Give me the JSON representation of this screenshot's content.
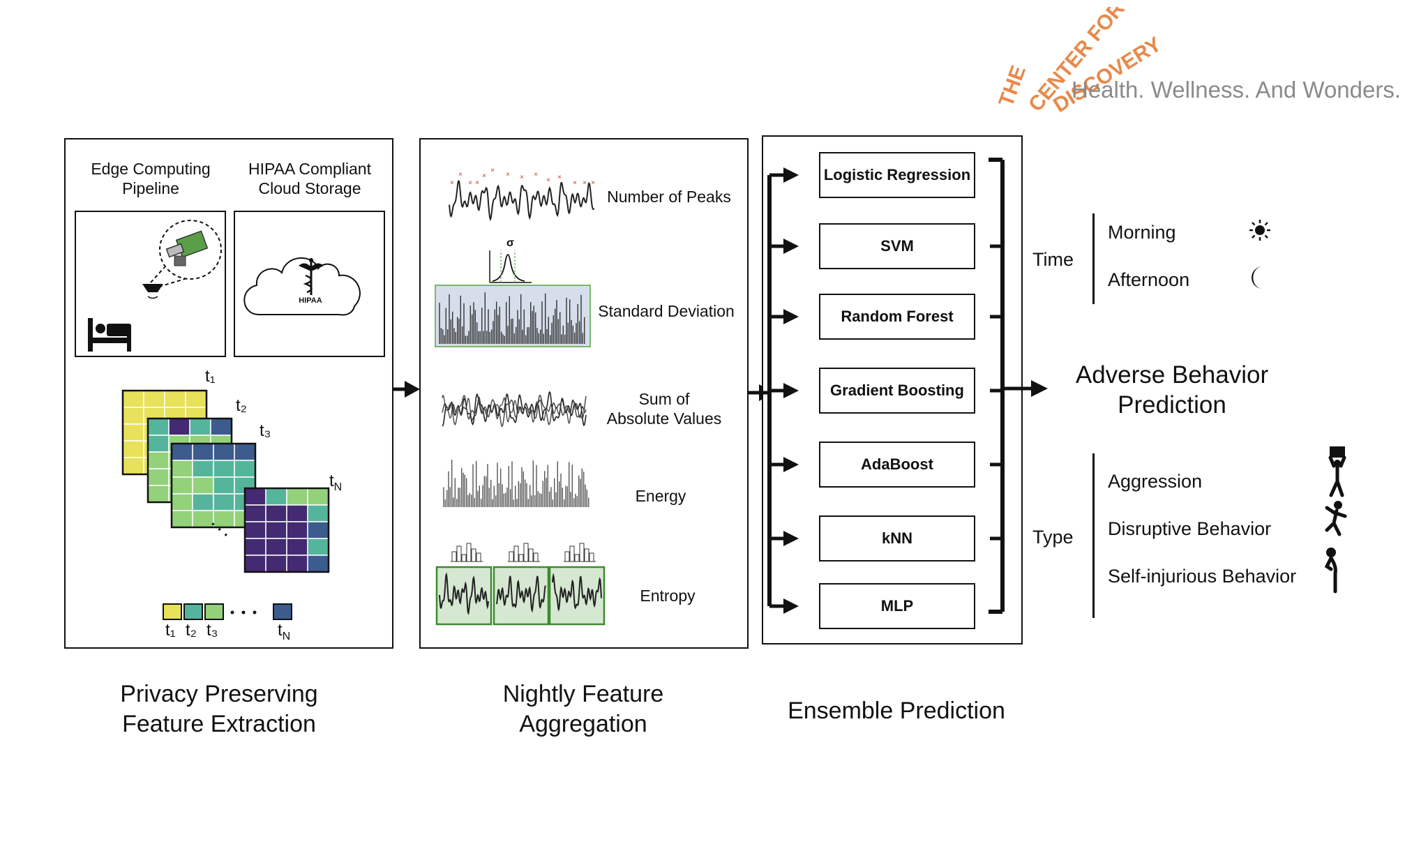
{
  "brand": {
    "logo_text": "THE CENTER FOR DISCOVERY",
    "tagline": "Health. Wellness. And Wonders.",
    "color": "#e8894a"
  },
  "panel1": {
    "edge_label": "Edge Computing\nPipeline",
    "cloud_label": "HIPAA Compliant\nCloud Storage",
    "hipaa_badge": "HIPAA",
    "frames": [
      "t₁",
      "t₂",
      "t₃",
      "t_N"
    ],
    "caption": "Privacy Preserving\nFeature Extraction"
  },
  "panel2": {
    "features": [
      "Number of Peaks",
      "Standard Deviation",
      "Sum of\nAbsolute Values",
      "Energy",
      "Entropy"
    ],
    "sigma": "σ",
    "caption": "Nightly Feature\nAggregation"
  },
  "panel3": {
    "models": [
      "Logistic Regression",
      "SVM",
      "Random Forest",
      "Gradient Boosting",
      "AdaBoost",
      "kNN",
      "MLP"
    ],
    "caption": "Ensemble Prediction"
  },
  "output": {
    "title": "Adverse Behavior\nPrediction",
    "time_label": "Time",
    "time_options": [
      "Morning",
      "Afternoon"
    ],
    "type_label": "Type",
    "type_options": [
      "Aggression",
      "Disruptive Behavior",
      "Self-injurious Behavior"
    ]
  },
  "colors": {
    "viridis_yellow": "#e8e15a",
    "viridis_green": "#93d17a",
    "viridis_teal": "#55b59c",
    "viridis_blue": "#3c5c8e",
    "viridis_purple": "#432a72",
    "std_fill": "#d6deeb",
    "std_border": "#79b86a",
    "entropy_fill": "#d6e8d2",
    "entropy_border": "#3c8a2e",
    "peak_mark": "#c0392b"
  }
}
